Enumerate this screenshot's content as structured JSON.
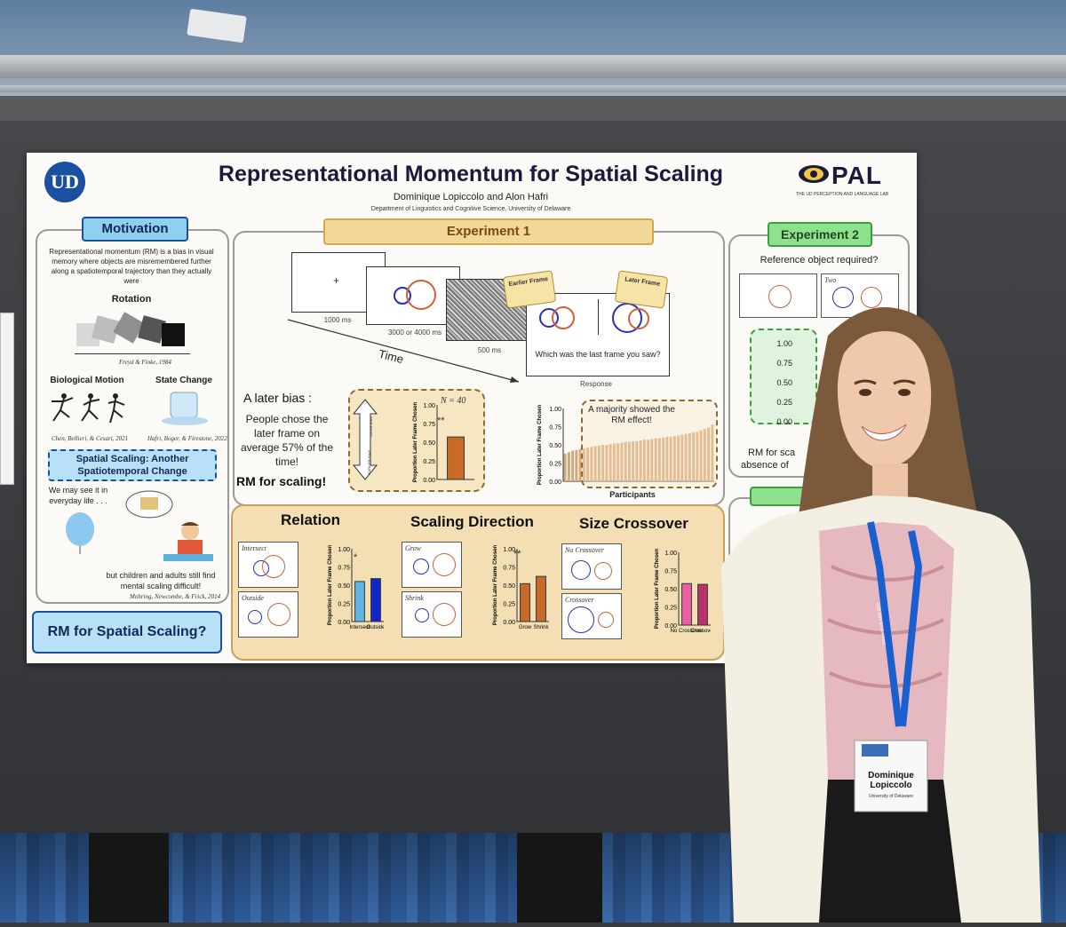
{
  "poster": {
    "title": "Representational Momentum for Spatial Scaling",
    "authors": "Dominique Lopiccolo and Alon Hafri",
    "affiliation": "Department of Linguistics and Cognitive Science, University of Delaware",
    "logo_left": "UD",
    "logo_right": "PAL",
    "logo_right_sub": "THE UD PERCEPTION AND LANGUAGE LAB",
    "motivation": {
      "label": "Motivation",
      "intro": "Representational momentum (RM) is a bias in visual memory where objects are misremembered further along a spatiotemporal trajectory than they actually were",
      "rotation": "Rotation",
      "rotation_cite": "Freyd & Finke, 1984",
      "bio_motion": "Biological Motion",
      "state_change": "State Change",
      "bio_cite": "Chen, Bellieri, & Cesari, 2021",
      "state_cite": "Hafri, Boger, & Firestone, 2022",
      "scaling_box": "Spatial Scaling: Another Spatiotemporal Change",
      "everyday": "We may see it in everyday life . . .",
      "children": "but children and adults still find mental scaling difficult!",
      "children_cite": "Mohring, Newcombe, & Frick, 2014",
      "question": "RM for Spatial Scaling?"
    },
    "exp1": {
      "label": "Experiment 1",
      "t1": "1000 ms",
      "t2": "3000 or 4000 ms",
      "t3": "500 ms",
      "time": "Time",
      "earlier": "Earlier Frame",
      "later": "Later Frame",
      "question": "Which was the last frame you saw?",
      "response": "Response",
      "later_bias": "A later bias :",
      "people": "People chose the later frame on average 57% of the time!",
      "rm_scaling": "RM for scaling!",
      "later_bias_arrow": "LATER BIAS",
      "earlier_bias_arrow": "EARLIER BIAS",
      "n": "N = 40",
      "sig": "**",
      "ylabel": "Proportion Later Frame Chosen",
      "majority": "A majority showed the RM effect!",
      "participants": "Participants",
      "ticks": [
        "1.00",
        "0.75",
        "0.50",
        "0.25",
        "0.00"
      ]
    },
    "exp1_conditions": {
      "relation": "Relation",
      "direction": "Scaling Direction",
      "crossover": "Size Crossover",
      "intersect": "Intersect",
      "outside": "Outside",
      "grow": "Grow",
      "shrink": "Shrink",
      "no_crossover": "No Crossover",
      "crossover_lbl": "Crossover",
      "sig_relation": "*",
      "sig_direction": "**"
    },
    "exp2": {
      "label": "Experiment 2",
      "question": "Reference object required?",
      "two": "Two",
      "rm_for": "RM for sca",
      "absence": "absence of"
    }
  },
  "badge": {
    "name": "Dominique Lopiccolo",
    "org": "University of Delaware"
  },
  "lanyard": "VSS 25th Anniversary",
  "colors": {
    "ud_blue": "#1b4fa0",
    "motivation_blue": "#8fd0f0",
    "exp1_gold": "#f1d79a",
    "exp2_green": "#8fe08f",
    "orange_bar": "#c86a2a",
    "light_blue_bar": "#5fb6e6",
    "dark_blue_bar": "#1026c8",
    "pink_bar": "#e85fa6"
  },
  "chart_data": [
    {
      "type": "bar",
      "categories": [
        ""
      ],
      "values": [
        0.57
      ],
      "ylabel": "Proportion Later Frame Chosen",
      "ylim": [
        0,
        1
      ],
      "annotations": [
        "N = 40",
        "**"
      ]
    },
    {
      "type": "bar",
      "xlabel": "Participants",
      "ylabel": "Proportion Later Frame Chosen",
      "ylim": [
        0,
        1
      ],
      "values": [
        0.38,
        0.4,
        0.42,
        0.43,
        0.44,
        0.45,
        0.46,
        0.47,
        0.48,
        0.49,
        0.5,
        0.5,
        0.51,
        0.52,
        0.52,
        0.53,
        0.54,
        0.54,
        0.55,
        0.55,
        0.56,
        0.57,
        0.57,
        0.58,
        0.59,
        0.59,
        0.6,
        0.61,
        0.61,
        0.62,
        0.63,
        0.64,
        0.65,
        0.66,
        0.67,
        0.68,
        0.7,
        0.72,
        0.74,
        0.78
      ]
    },
    {
      "type": "bar",
      "categories": [
        "Intersect",
        "Outside"
      ],
      "values": [
        0.55,
        0.59
      ],
      "ylabel": "Proportion Later Frame Chosen",
      "ylim": [
        0,
        1
      ],
      "annotations": [
        "*"
      ]
    },
    {
      "type": "bar",
      "categories": [
        "Grow",
        "Shrink"
      ],
      "values": [
        0.52,
        0.62
      ],
      "ylabel": "Proportion Later Frame Chosen",
      "ylim": [
        0,
        1
      ],
      "annotations": [
        "**"
      ]
    },
    {
      "type": "bar",
      "categories": [
        "No Crossover",
        "Crossover"
      ],
      "values": [
        0.57,
        0.56
      ],
      "ylabel": "Proportion Later Frame Chosen",
      "ylim": [
        0,
        1
      ]
    }
  ]
}
